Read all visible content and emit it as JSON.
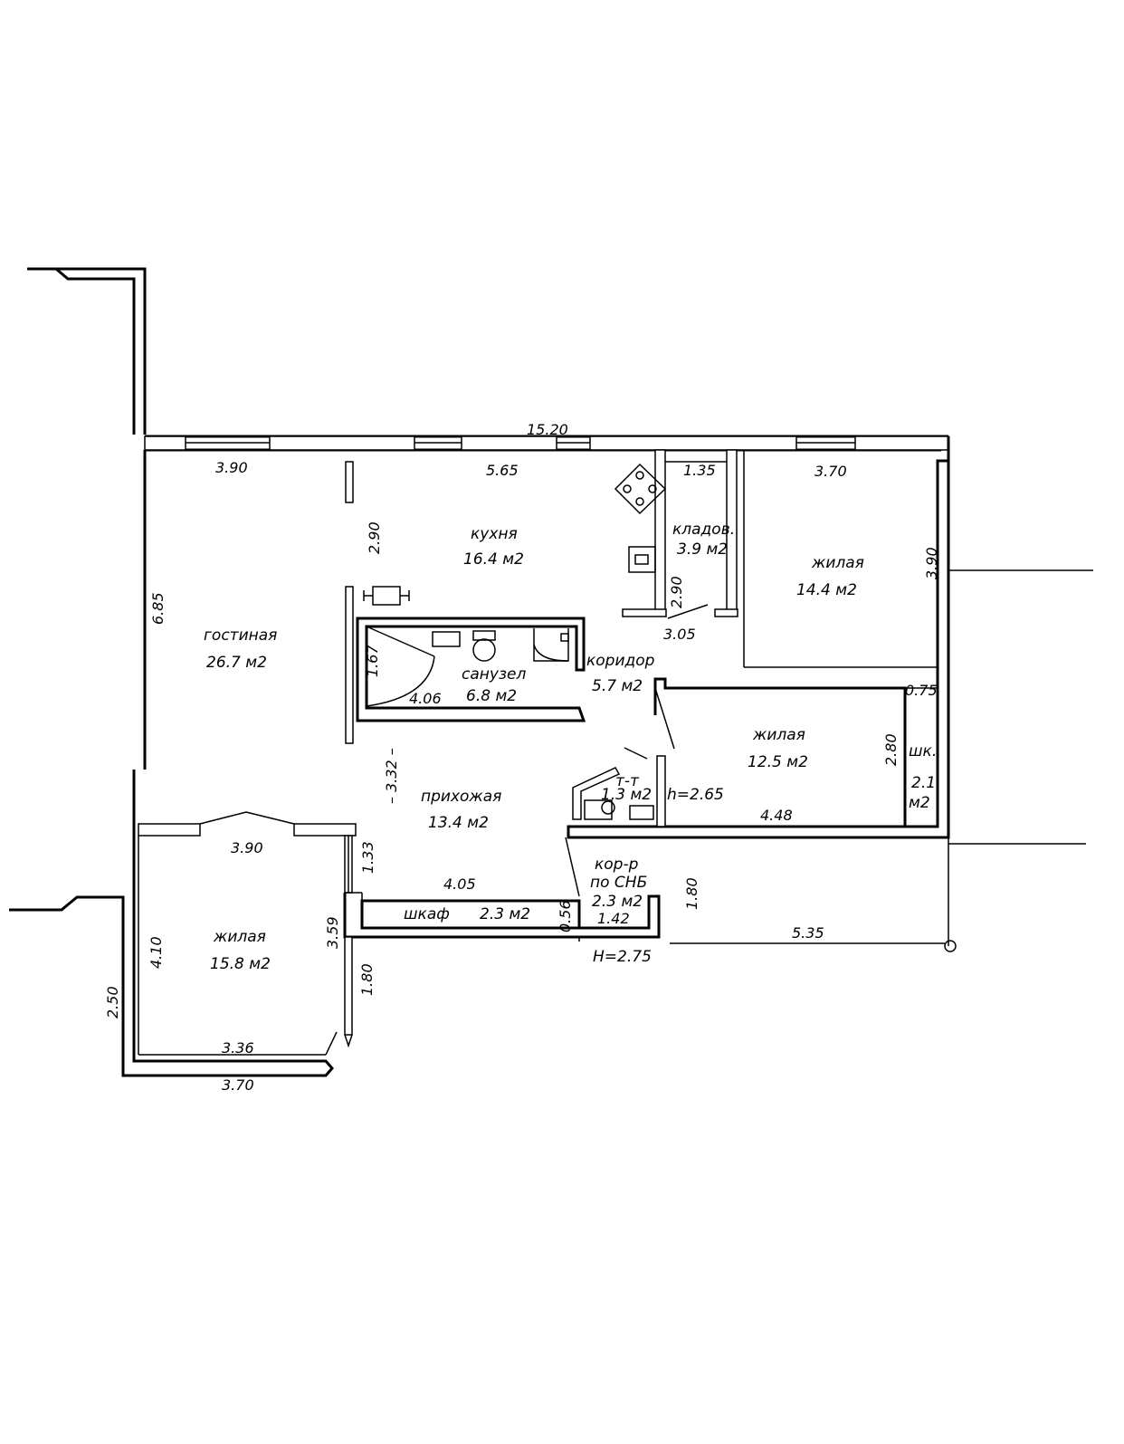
{
  "rooms": {
    "gostinaya": {
      "name": "гостиная",
      "area": "26.7 м2"
    },
    "kukhnya": {
      "name": "кухня",
      "area": "16.4 м2"
    },
    "kladov": {
      "name": "кладов.",
      "area": "3.9 м2"
    },
    "zhilaya1": {
      "name": "жилая",
      "area": "14.4 м2"
    },
    "sanuzel": {
      "name": "санузел",
      "area": "6.8 м2"
    },
    "koridor": {
      "name": "коридор",
      "area": "5.7 м2"
    },
    "zhilaya2": {
      "name": "жилая",
      "area": "12.5 м2"
    },
    "shk": {
      "name": "шк.",
      "area_num": "2.1",
      "area_unit": "м2"
    },
    "prikhozhaya": {
      "name": "прихожая",
      "area": "13.4 м2"
    },
    "tt": {
      "name": "т-т",
      "area": "1.3 м2"
    },
    "zhilaya3": {
      "name": "жилая",
      "area": "15.8 м2"
    },
    "shkaf": {
      "name": "шкаф",
      "area": "2.3 м2"
    },
    "korr": {
      "name": "кор-р",
      "sub": "по СНБ",
      "area": "2.3 м2"
    }
  },
  "heights": {
    "h_inner": "h=2.65",
    "h_main": "H=2.75"
  },
  "dimensions": {
    "d_15_20": "15.20",
    "d_3_90_top": "3.90",
    "d_5_65": "5.65",
    "d_1_35": "1.35",
    "d_3_70_top": "3.70",
    "d_2_90_kitchen": "2.90",
    "d_6_85": "6.85",
    "d_2_90_storage": "2.90",
    "d_3_05": "3.05",
    "d_3_90_right": "3.90",
    "d_1_67": "1.67",
    "d_4_06": "4.06",
    "d_0_75": "0.75",
    "d_2_80": "2.80",
    "d_3_32": "– 3.32 –",
    "d_4_48": "4.48",
    "d_3_90_mid": "3.90",
    "d_1_33": "1.33",
    "d_4_05": "4.05",
    "d_0_56": "0.56",
    "d_1_42": "1.42",
    "d_1_80_right": "1.80",
    "d_5_35": "5.35",
    "d_4_10": "4.10",
    "d_3_59": "3.59",
    "d_1_80_left": "1.80",
    "d_2_50": "2.50",
    "d_3_36": "3.36",
    "d_3_70_bottom": "3.70"
  }
}
